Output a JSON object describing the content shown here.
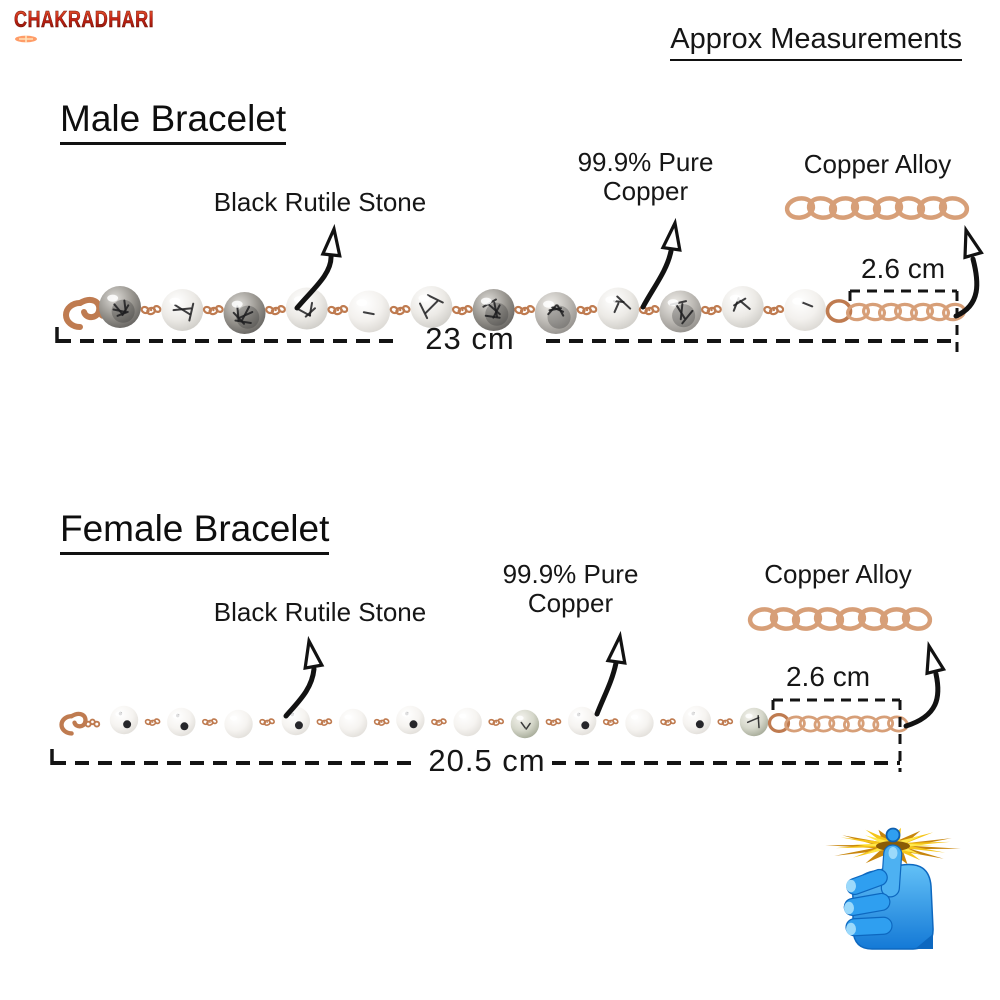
{
  "header": {
    "title": "Approx Measurements"
  },
  "male": {
    "title": "Male Bracelet",
    "label_stone": "Black Rutile Stone",
    "label_copper_1": "99.9% Pure",
    "label_copper_2": "Copper",
    "label_alloy": "Copper Alloy",
    "ext_len": "2.6 cm",
    "total_len": "23 cm",
    "bead_tones": [
      "dark",
      "rutile",
      "dark",
      "rutile",
      "pale",
      "rutile",
      "dark",
      "smoky",
      "rutile",
      "smoky",
      "rutile",
      "pale"
    ]
  },
  "female": {
    "title": "Female Bracelet",
    "label_stone": "Black Rutile Stone",
    "label_copper_1": "99.9% Pure",
    "label_copper_2": "Copper",
    "label_alloy": "Copper Alloy",
    "ext_len": "2.6 cm",
    "total_len": "20.5 cm",
    "bead_tones": [
      "spot",
      "spot",
      "white",
      "spot",
      "white",
      "spot",
      "white",
      "green",
      "spot",
      "white",
      "spot",
      "green"
    ]
  },
  "logo": {
    "brand": "CHAKRADHARI"
  },
  "colors": {
    "annotation": "#141414",
    "copper_wire": "#bf7b50",
    "copper_chain": "#d79f78",
    "copper_chain_dark": "#b5764e",
    "hand_blue": "#2f9ff0",
    "hand_blue_dark": "#0d68c0",
    "hand_blue_light": "#9bd9fb",
    "chakra_gold": "#f5c518",
    "chakra_gold_dark": "#c8860d",
    "chakra_yellow": "#ffe84a",
    "brand_red": "#c02715",
    "bead_palette": {
      "dark": [
        "#dedcd8",
        "#98958f",
        "#615f5c"
      ],
      "smoky": [
        "#efede9",
        "#bdbab5",
        "#8f8c88"
      ],
      "rutile": [
        "#ffffff",
        "#eceae6",
        "#cccac5"
      ],
      "pale": [
        "#ffffff",
        "#f3f1ee",
        "#d9d6d1"
      ],
      "white": [
        "#ffffff",
        "#f6f4f1",
        "#e0ddd8"
      ],
      "spot": [
        "#ffffff",
        "#f6f4f1",
        "#dfdcd7"
      ],
      "green": [
        "#f4f3ee",
        "#d5d7ca",
        "#a0a592"
      ]
    }
  }
}
